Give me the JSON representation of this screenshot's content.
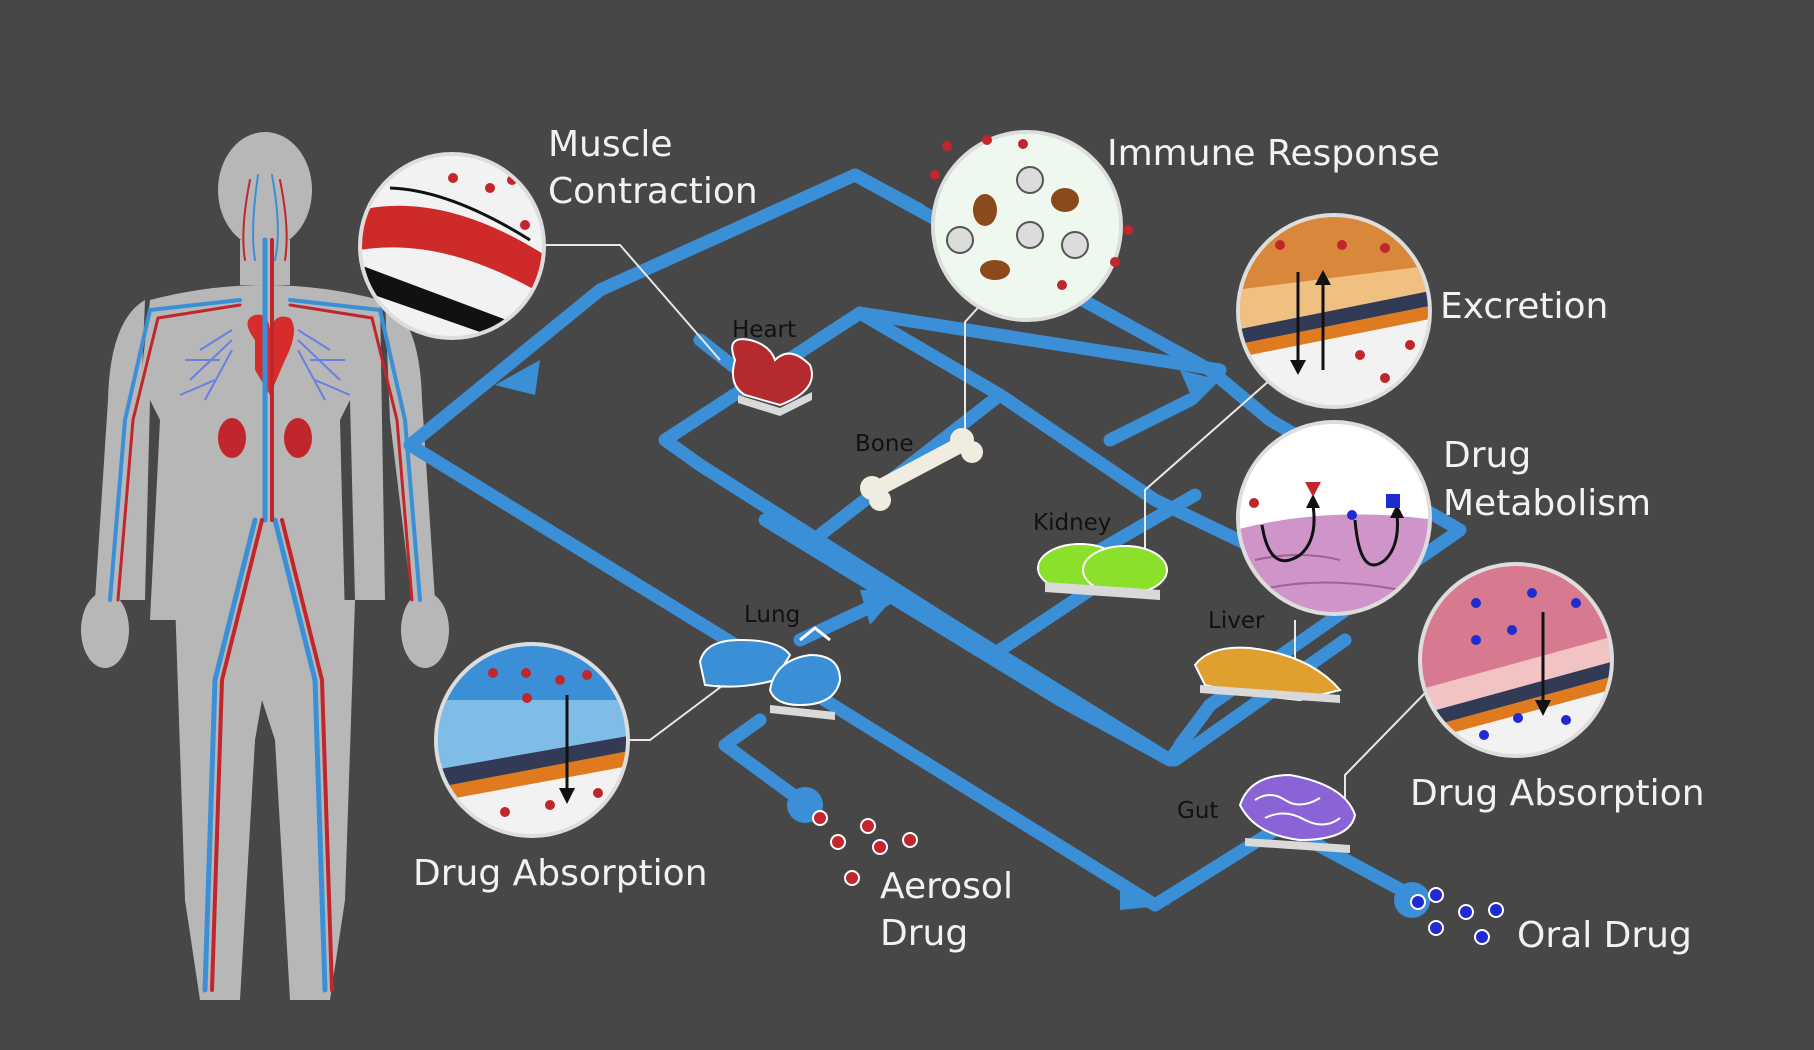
{
  "diagram": {
    "colors": {
      "background": "#474748",
      "pipe": "#3b8fd6",
      "drug_red": "#c0262b",
      "drug_blue": "#1f2ad1",
      "text": "#f2f2f2"
    },
    "callouts": {
      "muscle": [
        "Muscle",
        "Contraction"
      ],
      "immune": "Immune Response",
      "excretion": "Excretion",
      "metabolism": [
        "Drug",
        "Metabolism"
      ],
      "absorption_gut": "Drug Absorption",
      "absorption_lung": "Drug Absorption"
    },
    "organs": {
      "heart": "Heart",
      "bone": "Bone",
      "kidney": "Kidney",
      "lung": "Lung",
      "liver": "Liver",
      "gut": "Gut"
    },
    "inputs": {
      "aerosol": [
        "Aerosol",
        "Drug"
      ],
      "oral": "Oral Drug"
    }
  }
}
